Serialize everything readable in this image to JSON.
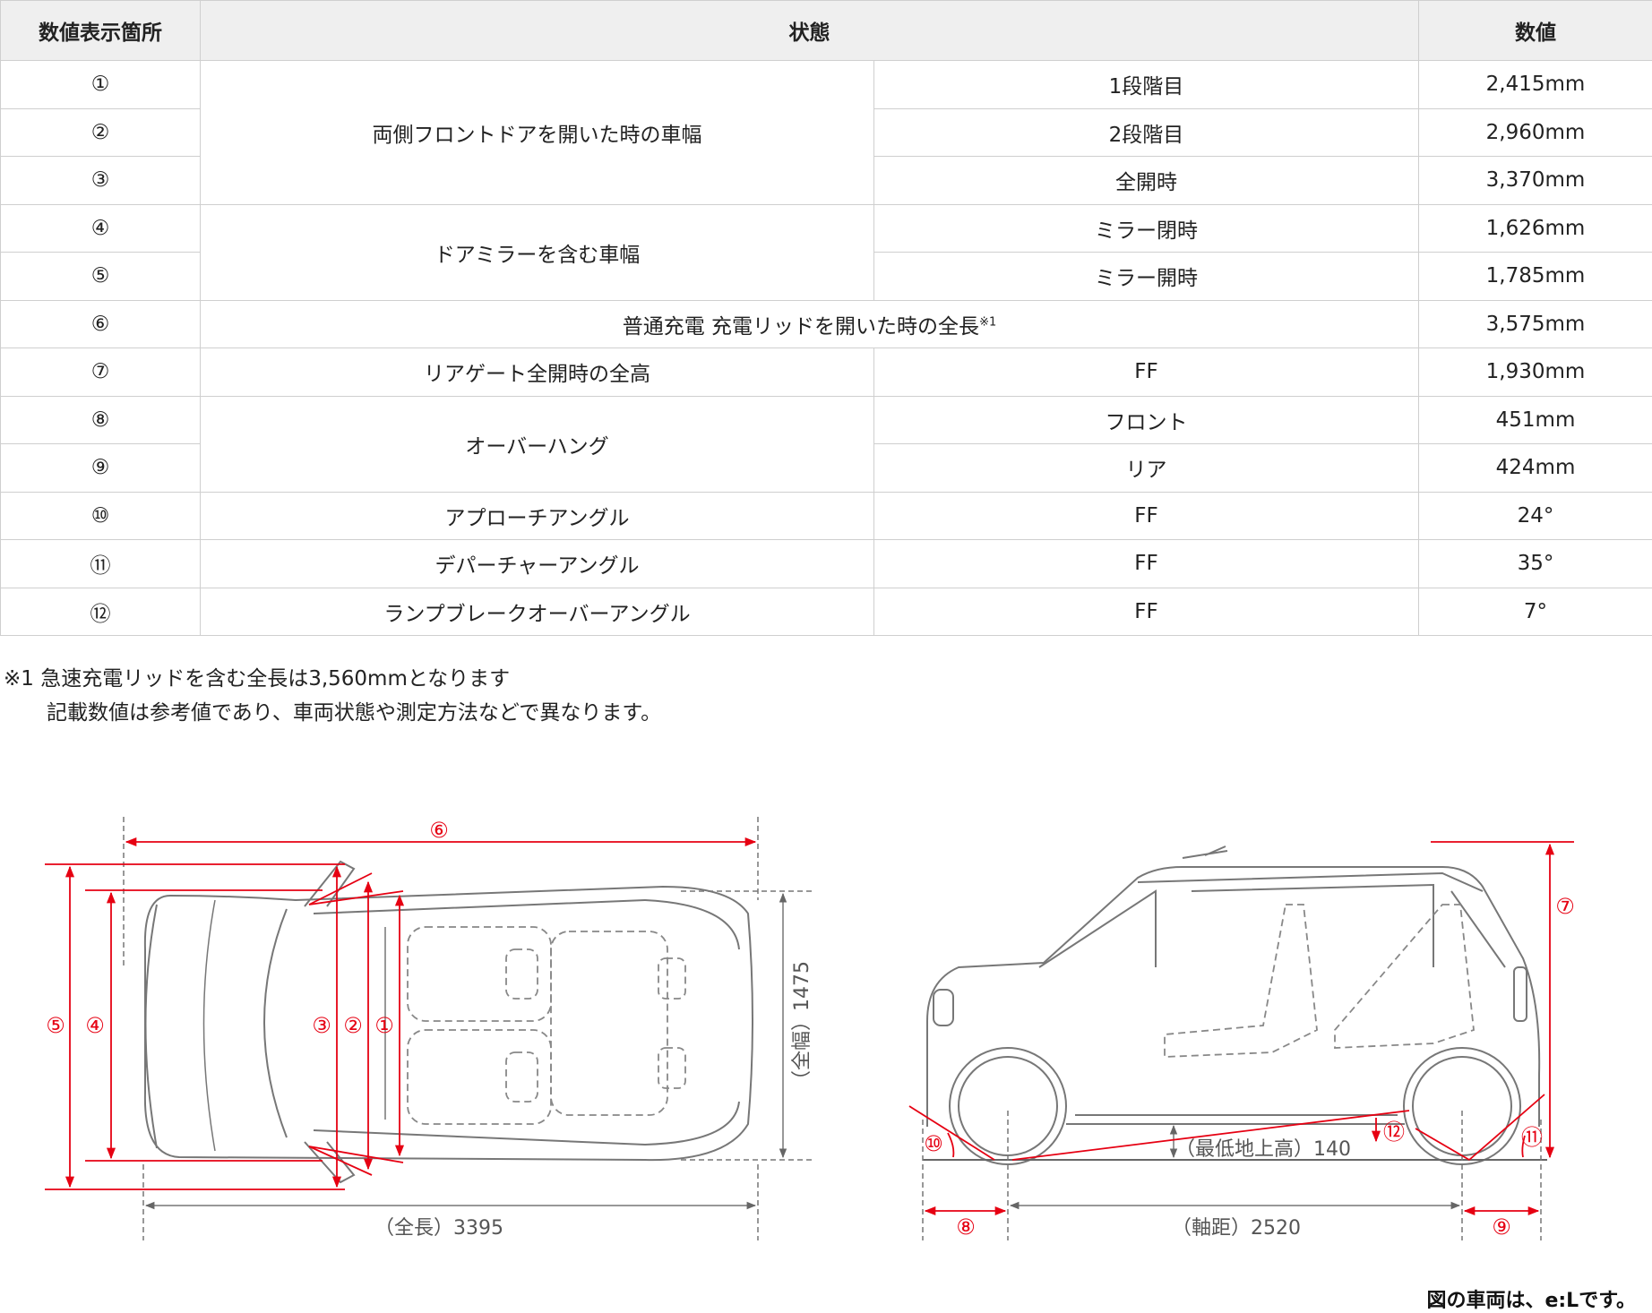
{
  "table": {
    "headers": {
      "location": "数値表示箇所",
      "state": "状態",
      "value": "数値"
    },
    "rows": [
      {
        "no": "①",
        "value": "2,415mm",
        "sub": "1段階目"
      },
      {
        "no": "②",
        "value": "2,960mm",
        "sub": "2段階目"
      },
      {
        "no": "③",
        "value": "3,370mm",
        "sub": "全開時"
      },
      {
        "no": "④",
        "value": "1,626mm",
        "sub": "ミラー閉時"
      },
      {
        "no": "⑤",
        "value": "1,785mm",
        "sub": "ミラー開時"
      },
      {
        "no": "⑥",
        "value": "3,575mm",
        "sub": ""
      },
      {
        "no": "⑦",
        "value": "1,930mm",
        "sub": "FF"
      },
      {
        "no": "⑧",
        "value": "451mm",
        "sub": "フロント"
      },
      {
        "no": "⑨",
        "value": "424mm",
        "sub": "リア"
      },
      {
        "no": "⑩",
        "value": "24°",
        "sub": "FF"
      },
      {
        "no": "⑪",
        "value": "35°",
        "sub": "FF"
      },
      {
        "no": "⑫",
        "value": "7°",
        "sub": "FF"
      }
    ],
    "groups": {
      "door_width": "両側フロントドアを開いた時の車幅",
      "mirror_width": "ドアミラーを含む車幅",
      "charge_length": "普通充電 充電リッドを開いた時の全長",
      "charge_length_note_mark": "※1",
      "rear_gate": "リアゲート全開時の全高",
      "overhang": "オーバーハング",
      "approach": "アプローチアングル",
      "departure": "デパーチャーアングル",
      "ramp": "ランプブレークオーバーアングル"
    }
  },
  "notes": {
    "line1": "※1 急速充電リッドを含む全長は3,560mmとなります",
    "line2": "記載数値は参考値であり、車両状態や測定方法などで異なります。"
  },
  "diagram": {
    "top_view": {
      "marks": [
        "⑥",
        "⑤",
        "④",
        "③",
        "②",
        "①"
      ],
      "width_label": "（全幅）1475",
      "length_label": "（全長）3395"
    },
    "side_view": {
      "marks": [
        "⑦",
        "⑩",
        "⑫",
        "⑪",
        "⑧",
        "⑨"
      ],
      "ground_label": "（最低地上高）140",
      "wheelbase_label": "（軸距）2520"
    },
    "colors": {
      "dimension": "#e60012",
      "outline": "#777777"
    }
  },
  "caption": "図の車両は、e:Lです。"
}
